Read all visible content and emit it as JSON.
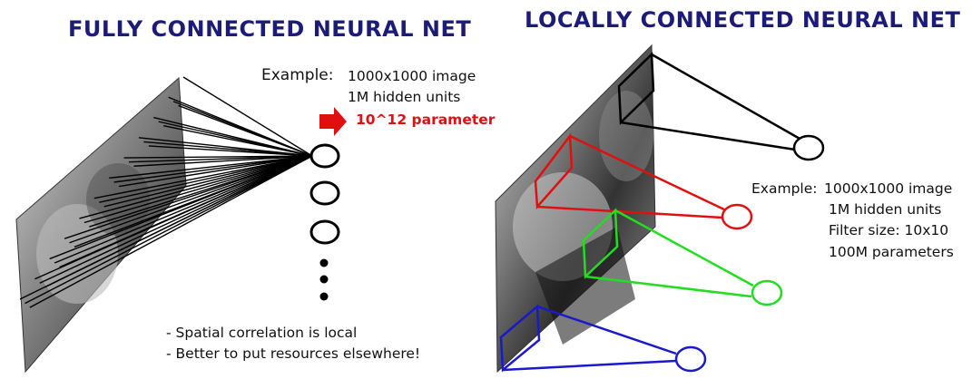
{
  "left_panel": {
    "title": "FULLY CONNECTED NEURAL NET",
    "example_label": "Example:",
    "example_lines": [
      "1000x1000 image",
      "1M hidden units"
    ],
    "param_line": "10^12 parameter",
    "bullets": [
      "- Spatial correlation is local",
      "- Better to put resources elsewhere!"
    ]
  },
  "right_panel": {
    "title": "LOCALLY CONNECTED NEURAL NET",
    "example_label": "Example:",
    "example_lines": [
      "1000x1000 image",
      "1M hidden units",
      "Filter size: 10x10",
      "100M parameters"
    ]
  },
  "colors": {
    "title": "#1c1c78",
    "arrow": "#e01010",
    "red_filter": "#e01010",
    "green_filter": "#22dd22",
    "blue_filter": "#1a1acc",
    "black_filter": "#000000"
  }
}
